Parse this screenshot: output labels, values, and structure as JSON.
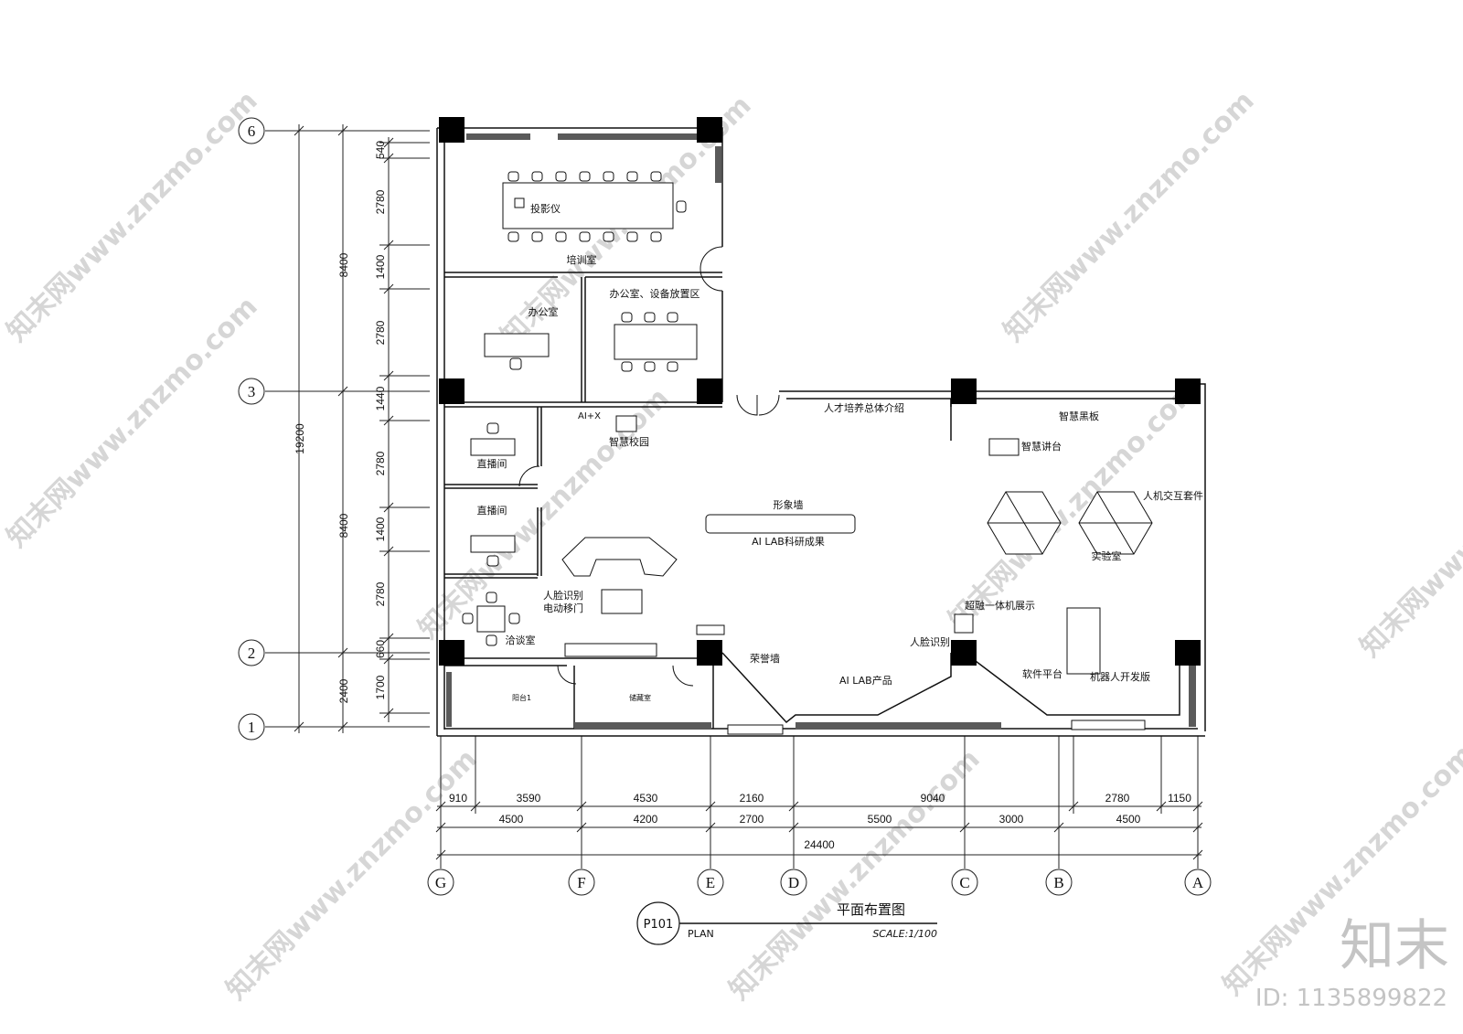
{
  "rooms": {
    "training_room": "培训室",
    "projector": "投影仪",
    "office": "办公室",
    "office_equipment": "办公室、设备放置区",
    "ai_x": "AI+X",
    "smart_campus": "智慧校园",
    "live_room_1": "直播间",
    "live_room_2": "直播间",
    "negotiation_room": "洽谈室",
    "face_door_1": "人脸识别",
    "face_door_2": "电动移门",
    "image_wall": "形象墙",
    "research_results": "AI LAB科研成果",
    "talent_intro": "人才培养总体介绍",
    "smart_blackboard": "智慧黑板",
    "smart_podium": "智慧讲台",
    "hci_kit": "人机交互套件",
    "lab": "实验室",
    "display_machine": "超融一体机展示",
    "face_recognition": "人脸识别",
    "honor_wall": "荣誉墙",
    "ai_lab_products": "AI LAB产品",
    "software_platform": "软件平台",
    "robot_dev_board": "机器人开发版",
    "balcony": "阳台1",
    "storage": "储藏室"
  },
  "dims_left_inner": [
    "540",
    "2780",
    "1400",
    "2780",
    "1440",
    "2780",
    "1400",
    "2780",
    "660",
    "1700"
  ],
  "dims_left_mid": [
    "8400",
    "8400",
    "2400"
  ],
  "dims_left_total": "19200",
  "dims_bottom_1": [
    "910",
    "3590",
    "4530",
    "2160",
    "9040",
    "2780",
    "1150"
  ],
  "dims_bottom_2": [
    "4500",
    "4200",
    "2700",
    "5500",
    "3000",
    "4500"
  ],
  "dims_bottom_total": "24400",
  "axes_vertical": [
    "6",
    "3",
    "2",
    "1"
  ],
  "axes_horizontal": [
    "G",
    "F",
    "E",
    "D",
    "C",
    "B",
    "A"
  ],
  "title_block": {
    "code": "P101",
    "title": "平面布置图",
    "subtitle": "PLAN",
    "scale": "SCALE:1/100"
  },
  "watermark": {
    "text": "知末网www.znzmo.com",
    "brand": "知末",
    "id": "ID: 1135899822"
  }
}
